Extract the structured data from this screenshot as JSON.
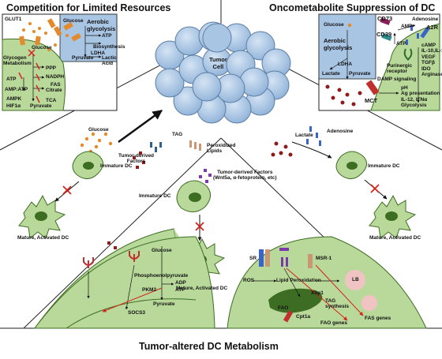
{
  "titles": {
    "left": "Competition for Limited Resources",
    "right": "Oncometabolite Suppression of DC",
    "bottom": "Tumor-altered DC Metabolism"
  },
  "center": {
    "tumor_cell": "Tumor\nCell",
    "glucose": "Glucose",
    "tag": "TAG",
    "tumor_derived": "Tumor-derived\nFactors",
    "peroxidized": "Peroxidized\nLipids",
    "tumor_factors": "Tumor-derived Factors\n(Wnt5a, α-fetoprotein, etc)",
    "immature_dc_center": "Immature DC",
    "mature_dc_center": "Mature, Activated DC",
    "immature_dc_left": "Immature DC",
    "mature_dc_left": "Mature, Activated DC",
    "lactate": "Lactate",
    "adenosine": "Adenosine",
    "immature_dc_right": "Immature DC",
    "mature_dc_right": "Mature, Activated DC"
  },
  "left_panel": {
    "glut1": "GLUT1",
    "glucose_tumor": "Glucose",
    "aerobic": "Aerobic\nglycolysis",
    "atp": "ATP",
    "biosynthesis": "Biosynthesis",
    "pyruvate": "Pyruvate",
    "ldha": "LDHA",
    "lactic": "Lactic\nAcid",
    "glucose_dc": "Glucose",
    "glycogen": "Glycogen\nMetabolism",
    "ppp": "PPP",
    "nadph": "NADPH",
    "atp_ratio": "ATP",
    "amp_atp": "AMP:ATP",
    "ampk": "AMPK",
    "hif": "HIF1α",
    "fas": "FAS",
    "citrate": "Citrate",
    "tca": "TCA",
    "pyruvate_dc": "Pyruvate"
  },
  "right_panel": {
    "glucose": "Glucose",
    "aerobic": "Aerobic\nglycolysis",
    "ldha": "LDHA",
    "lactate": "Lactate",
    "pyruvate": "Pyruvate",
    "cd73": "CD73",
    "cd39": "CD39",
    "amp": "AMP",
    "atp": "ATP",
    "adenosine": "Adenosine",
    "a2r": "A2R",
    "purinergic": "Purinergic\nreceptor",
    "damp": "DAMP signaling",
    "mct": "MCT",
    "effects": [
      "cAMP",
      "IL-10,IL-12",
      "VEGF",
      "TGFβ",
      "IDO",
      "Arginase"
    ],
    "effects2": [
      "pH",
      "Ag presentation",
      "IL-12, IFNα",
      "Glycolysis"
    ]
  },
  "bottom_left": {
    "glucose": "Glucose",
    "phospho": "Phosphoenolpyruvate",
    "adp": "ADP",
    "pkm2": "PKM2",
    "atp": "ATP",
    "pyruvate": "Pyruvate",
    "socs3": "SOCS3"
  },
  "bottom_right": {
    "sr": "SR",
    "msr1": "MSR-1",
    "ros": "ROS",
    "lipid_perox": "Lipid Peroxidation",
    "xbp1": "Xbp1",
    "tag": "TAG\nsynthesis",
    "fao": "FAO",
    "cpt1a": "Cpt1a",
    "lb": "LB",
    "fas_genes": "FAS genes",
    "fao_genes": "FAO genes"
  },
  "colors": {
    "tumor": "#a9c5e4",
    "dc_green": "#b9d99a",
    "dc_dark": "#3d6d22",
    "red": "#d4231e",
    "orange": "#e38a2c",
    "maroon": "#8d1c1c"
  }
}
